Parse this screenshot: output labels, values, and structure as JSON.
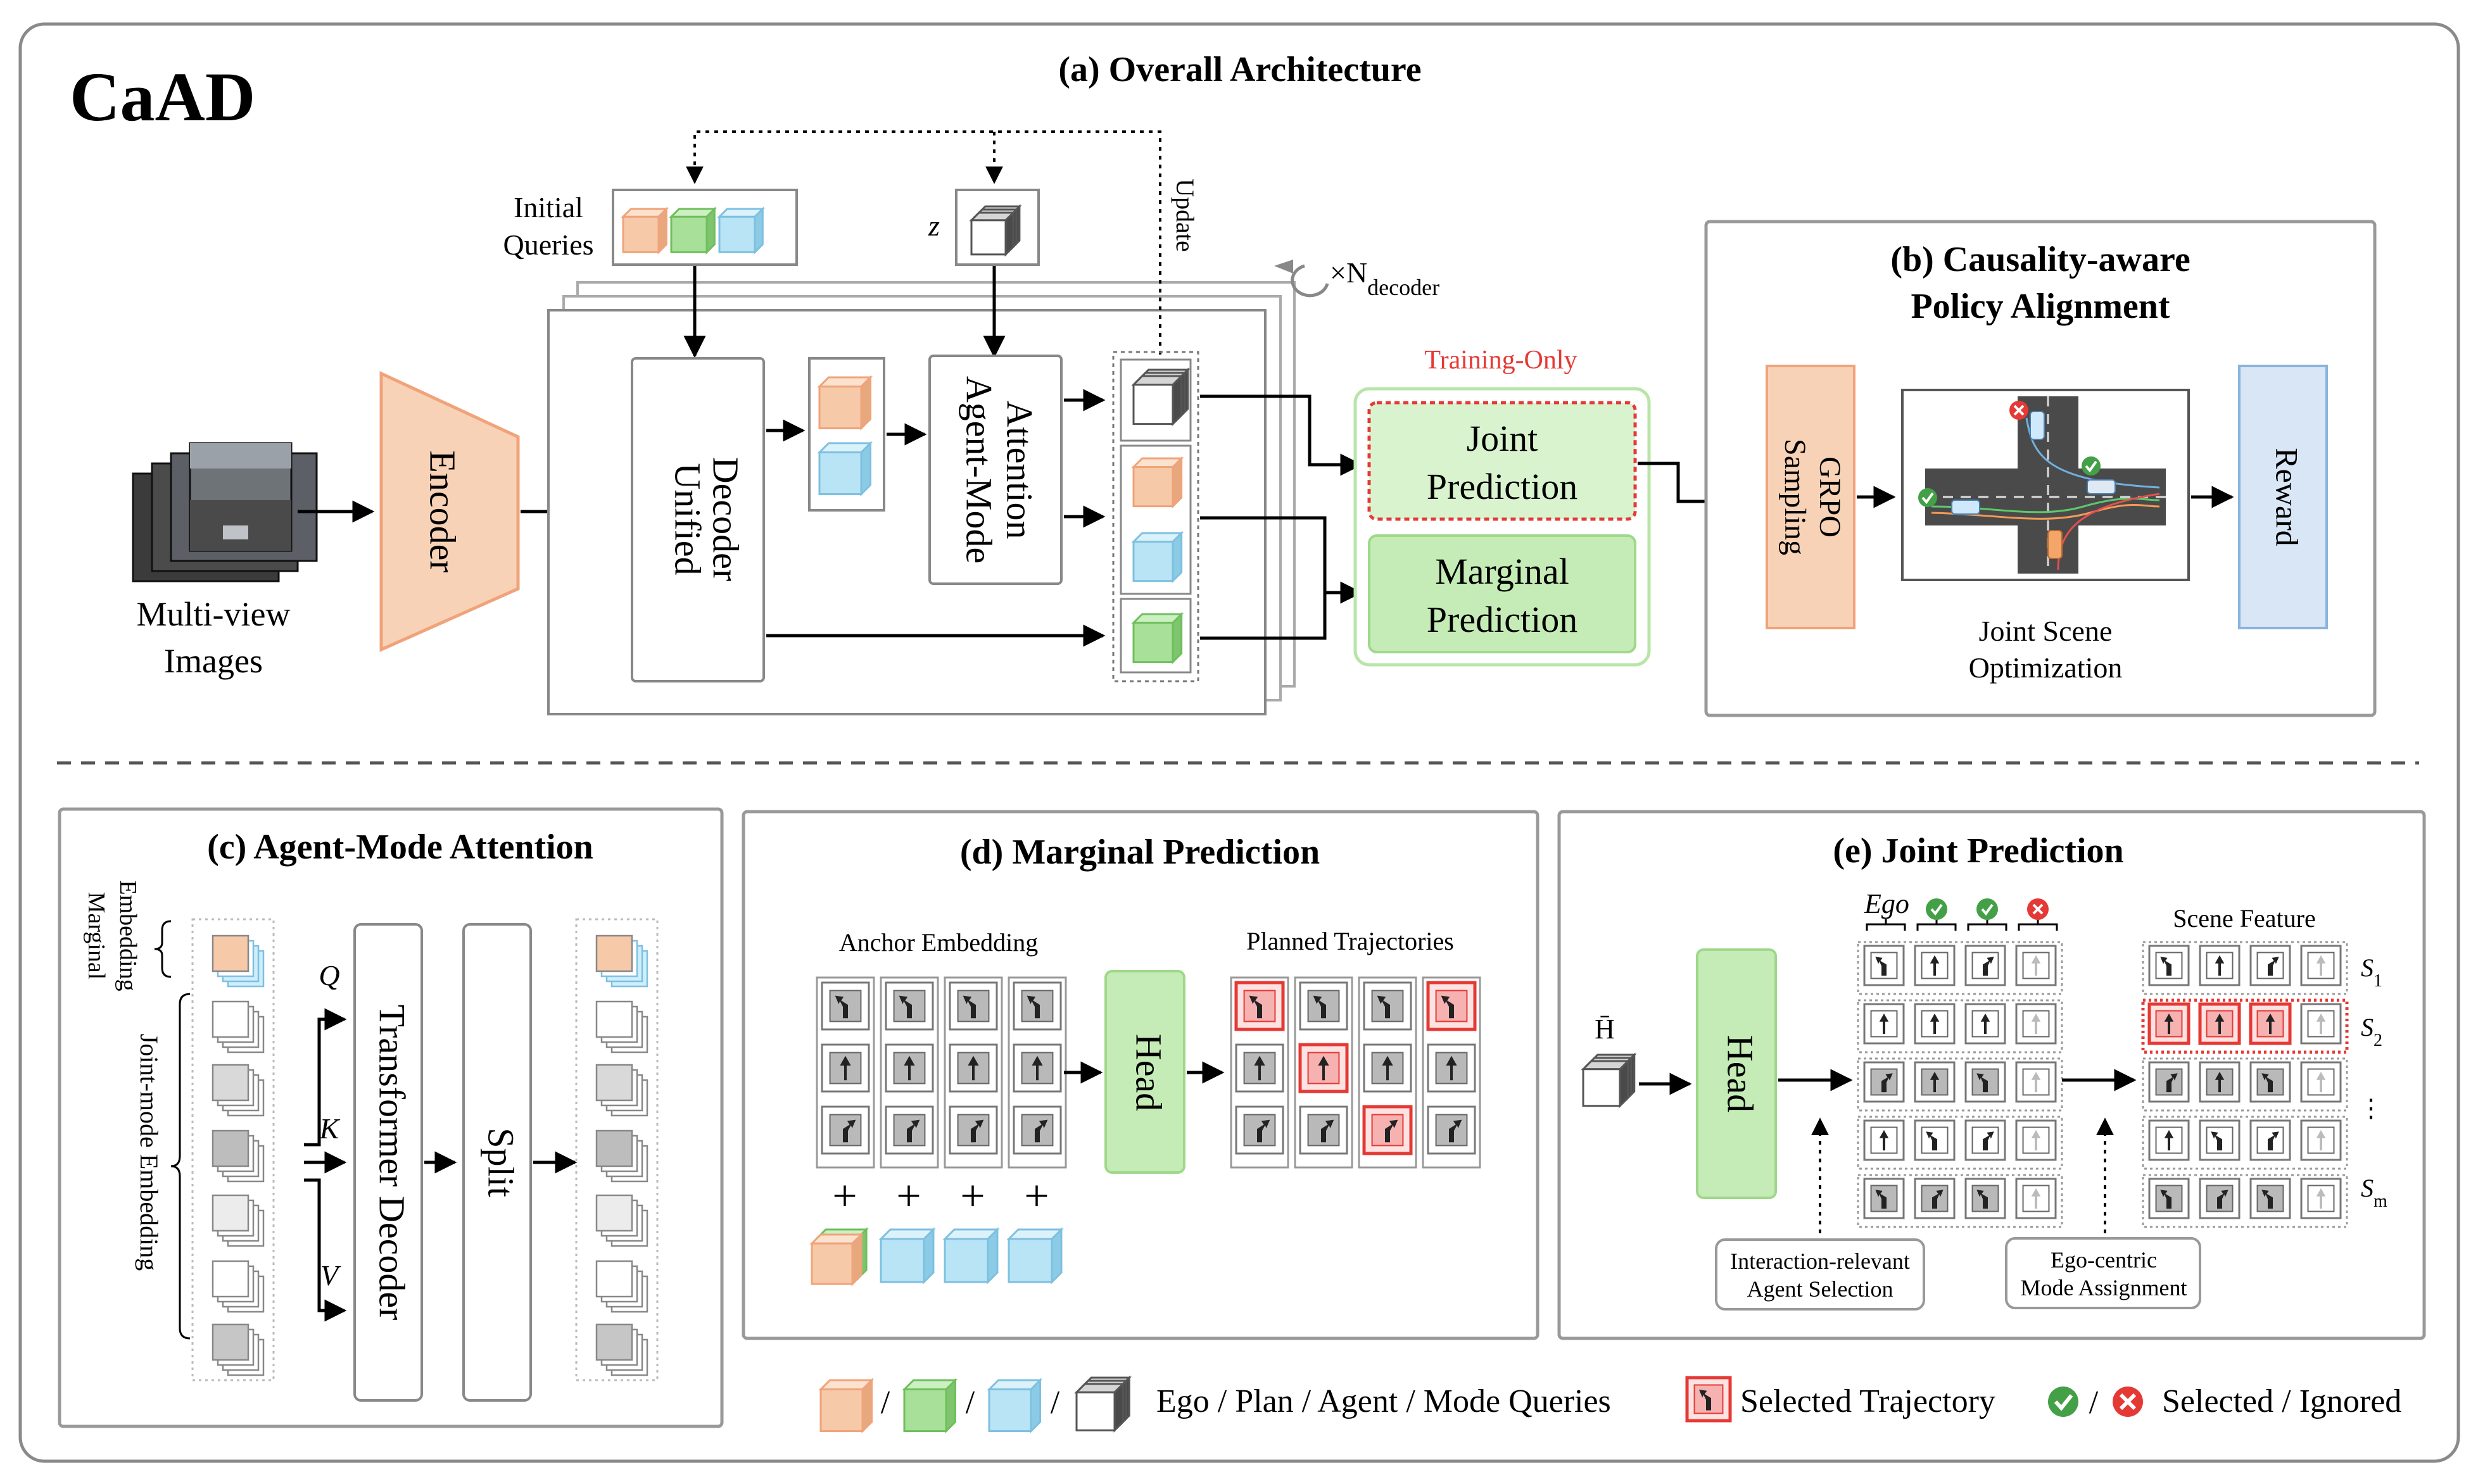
{
  "logo": "CaAD",
  "panels": {
    "a": {
      "title": "(a) Overall Architecture"
    },
    "b": {
      "title_line1": "(b) Causality-aware",
      "title_line2": "Policy Alignment"
    },
    "c": {
      "title": "(c) Agent-Mode Attention"
    },
    "d": {
      "title": "(d) Marginal Prediction"
    },
    "e": {
      "title": "(e) Joint Prediction"
    }
  },
  "overall": {
    "input_line1": "Multi-view",
    "input_line2": "Images",
    "encoder": "Encoder",
    "initial_queries_line1": "Initial",
    "initial_queries_line2": "Queries",
    "z_label": "z",
    "update_label": "Update",
    "repeat_prefix": "×N",
    "repeat_sub": "decoder",
    "unified_decoder_line1": "Unified",
    "unified_decoder_line2": "Decoder",
    "agent_mode_line1": "Agent-Mode",
    "agent_mode_line2": "Attention",
    "training_only": "Training-Only",
    "joint_line1": "Joint",
    "joint_line2": "Prediction",
    "marginal_line1": "Marginal",
    "marginal_line2": "Prediction"
  },
  "policy": {
    "grpo_line1": "GRPO",
    "grpo_line2": "Sampling",
    "scene_line1": "Joint Scene",
    "scene_line2": "Optimization",
    "reward": "Reward"
  },
  "attention": {
    "marginal_line1": "Marginal",
    "marginal_line2": "Embedding",
    "joint_mode": "Joint-mode Embedding",
    "q": "Q",
    "k": "K",
    "v": "V",
    "transformer": "Transformer Decoder",
    "split": "Split"
  },
  "marginal_panel": {
    "anchor": "Anchor Embedding",
    "planned": "Planned Trajectories",
    "head": "Head",
    "plus": "+"
  },
  "joint_panel": {
    "h_bar": "H̄",
    "head": "Head",
    "ego": "Ego",
    "scene_feature": "Scene Feature",
    "s1": "S",
    "s1_sub": "1",
    "s2": "S",
    "s2_sub": "2",
    "dots": "⋮",
    "sm": "S",
    "sm_sub": "m",
    "interaction_line1": "Interaction-relevant",
    "interaction_line2": "Agent Selection",
    "egocentric_line1": "Ego-centric",
    "egocentric_line2": "Mode Assignment"
  },
  "legend": {
    "sep": "/",
    "queries": "Ego / Plan / Agent / Mode Queries",
    "selected_traj": "Selected Trajectory",
    "selected_ignored": "Selected / Ignored"
  },
  "colors": {
    "ego": "#f6c9a8",
    "plan": "#a8e09a",
    "agent": "#b8e4f5",
    "mode": "#c8c8c8",
    "encoder": "#f8d2b6",
    "joint_fill": "#d9f3cf",
    "selected_red": "#e53935",
    "reward_fill": "#d8e6f5"
  }
}
